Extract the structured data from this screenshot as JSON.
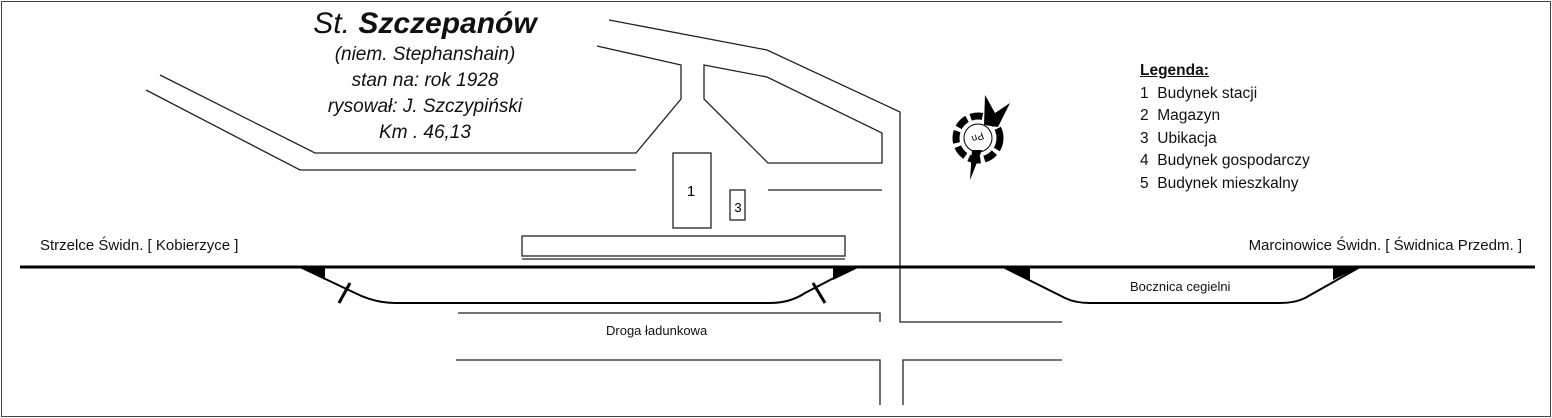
{
  "title": {
    "prefix": "St.",
    "name": "Szczepanów",
    "german_name": "(niem. Stephanshain)",
    "state": "stan na: rok 1928",
    "author": "rysował: J. Szczypiński",
    "km": "Km . 46,13"
  },
  "legend": {
    "heading": "Legenda:",
    "items": [
      {
        "num": "1",
        "label": "Budynek stacji"
      },
      {
        "num": "2",
        "label": "Magazyn"
      },
      {
        "num": "3",
        "label": "Ubikacja"
      },
      {
        "num": "4",
        "label": "Budynek gospodarczy"
      },
      {
        "num": "5",
        "label": "Budynek mieszkalny"
      }
    ]
  },
  "directions": {
    "left": "Strzelce Świdn. [ Kobierzyce ]",
    "right": "Marcinowice Świdn. [ Świdnica Przedm. ]"
  },
  "labels": {
    "siding": "Bocznica cegielni",
    "loading_road": "Droga ładunkowa",
    "compass": "Pn"
  },
  "buildings": {
    "b1": "1",
    "b3": "3"
  }
}
